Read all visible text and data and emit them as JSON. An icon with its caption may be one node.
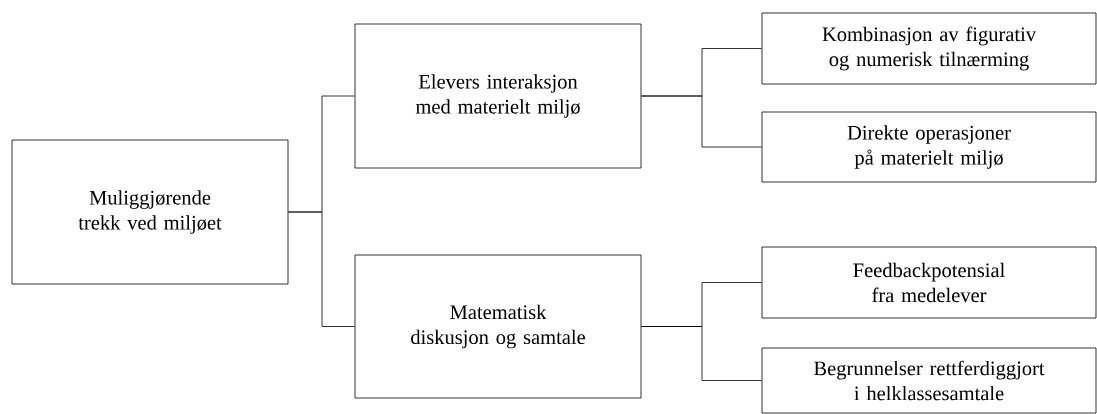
{
  "diagram": {
    "nodes": [
      {
        "text": [
          "Muliggjørende trekk ved miljøet"
        ]
      },
      {
        "text": [
          "Elevers interaksjon med materielt miljø"
        ]
      },
      {
        "text": [
          "Matematisk diskusjon og samtale"
        ]
      },
      {
        "text": [
          "Kombinasjon av figurativ og numerisk tilnærming"
        ]
      },
      {
        "text": [
          "Direkte operasjoner på materielt miljø"
        ]
      },
      {
        "text": [
          "Feedbackpotensial fra medelever"
        ]
      },
      {
        "text": [
          "Begrunnelser rettferdiggjort i helklassesamtale"
        ]
      }
    ],
    "edges": [
      {
        "from": 0,
        "to": 1,
        "arrow": "none"
      },
      {
        "from": 0,
        "to": 2,
        "arrow": "none"
      },
      {
        "from": 1,
        "to": 3,
        "arrow": "none"
      },
      {
        "from": 1,
        "to": 4,
        "arrow": "none"
      },
      {
        "from": 2,
        "to": 5,
        "arrow": "none"
      },
      {
        "from": 2,
        "to": 6,
        "arrow": "none"
      }
    ]
  }
}
